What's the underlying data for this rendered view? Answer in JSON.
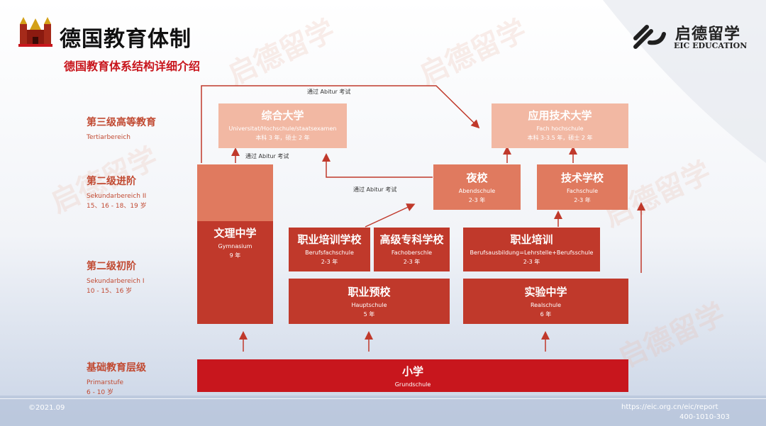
{
  "header": {
    "title": "德国教育体制",
    "subtitle": "德国教育体系结构详细介绍",
    "logo_cn": "启德留学",
    "logo_en": "EIC EDUCATION"
  },
  "levels": [
    {
      "title": "第三级高等教育",
      "sub": "Tertiarbereich",
      "range": ""
    },
    {
      "title": "第二级进阶",
      "sub": "Sekundarbereich II",
      "range": "15、16 - 18、19 岁"
    },
    {
      "title": "第二级初阶",
      "sub": "Sekundarbereich I",
      "range": "10 - 15、16 岁"
    },
    {
      "title": "基础教育层级",
      "sub": "Primarstufe",
      "range": "6 - 10 岁"
    }
  ],
  "boxes": {
    "uni": {
      "title": "综合大学",
      "sub": "Universitat/Hochschule/staatsexamen",
      "dur": "本科 3 年，硕士 2 年"
    },
    "fh": {
      "title": "应用技术大学",
      "sub": "Fach hochschule",
      "dur": "本科 3-3.5 年，硕士 2 年"
    },
    "abend": {
      "title": "夜校",
      "sub": "Abendschule",
      "dur": "2-3 年"
    },
    "fach": {
      "title": "技术学校",
      "sub": "Fachschule",
      "dur": "2-3 年"
    },
    "gym": {
      "title": "文理中学",
      "sub": "Gymnasium",
      "dur": "9 年"
    },
    "bfs": {
      "title": "职业培训学校",
      "sub": "Berufsfachschule",
      "dur": "2-3 年"
    },
    "fos": {
      "title": "高级专科学校",
      "sub": "Fachoberschle",
      "dur": "2-3 年"
    },
    "ausb": {
      "title": "职业培训",
      "sub": "Berufsausbildung=Lehrstelle+Berufsschule",
      "dur": "2-3 年"
    },
    "haupt": {
      "title": "职业预校",
      "sub": "Hauptschule",
      "dur": "5 年"
    },
    "real": {
      "title": "实验中学",
      "sub": "Realschule",
      "dur": "6 年"
    },
    "grund": {
      "title": "小学",
      "sub": "Grundschule"
    }
  },
  "notes": {
    "top": "通过 Abitur 考试",
    "gym_uni": "通过 Abitur 考试",
    "abend_uni": "通过 Abitur 考试"
  },
  "footer": {
    "date": "©2021.09",
    "url": "https://eic.org.cn/eic/report",
    "phone": "400-1010-303"
  },
  "colors": {
    "accent": "#c8161d",
    "box_dark": "#c0392b",
    "box_mid": "#e07a5f",
    "box_light": "#f2b8a3",
    "arrow": "#c0392b"
  }
}
